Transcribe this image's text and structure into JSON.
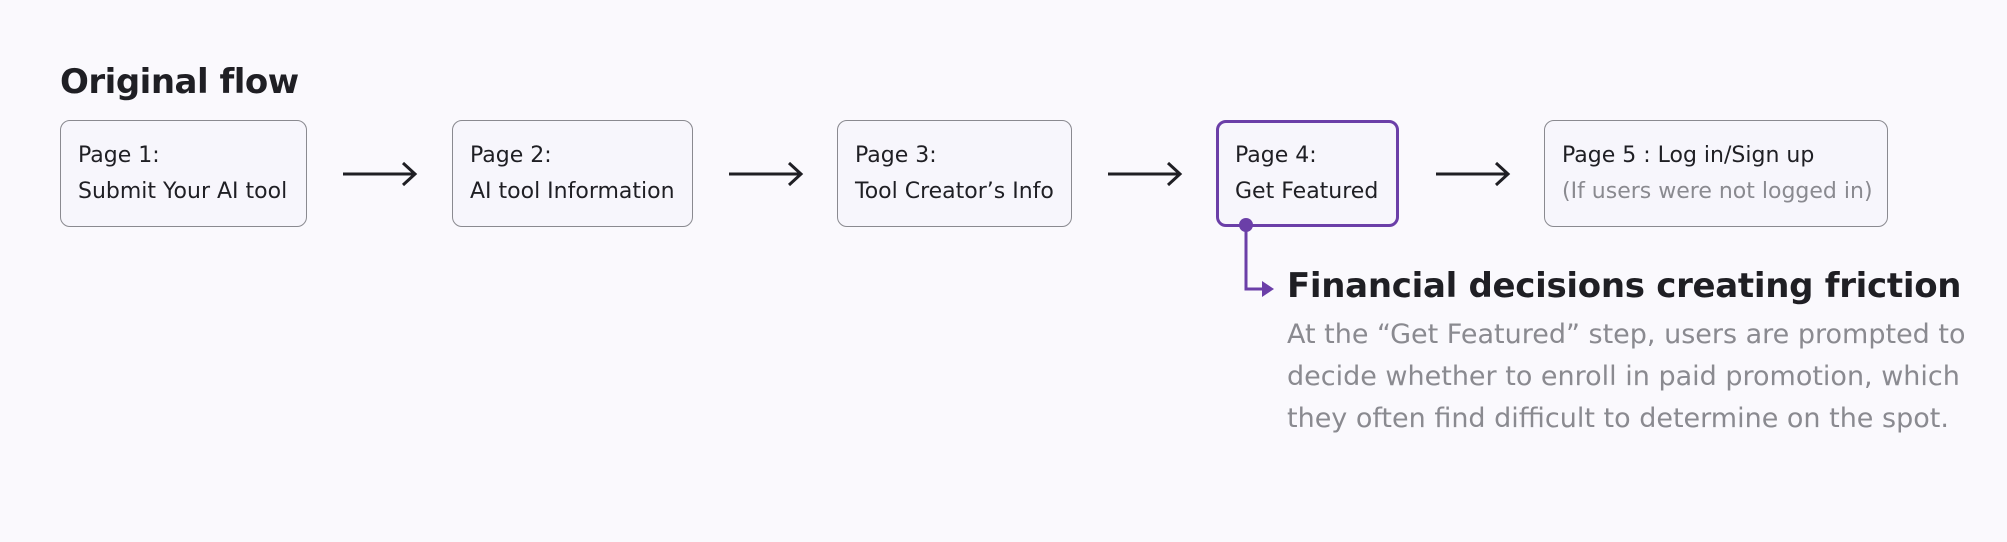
{
  "title": "Original flow",
  "steps": [
    {
      "line1": "Page 1:",
      "line2": "Submit Your AI tool"
    },
    {
      "line1": "Page 2:",
      "line2": "AI tool Information"
    },
    {
      "line1": "Page 3:",
      "line2": "Tool Creator’s Info"
    },
    {
      "line1": "Page 4:",
      "line2": "Get Featured"
    },
    {
      "line1": "Page 5 : Log in/Sign up",
      "line2": "(If users were not logged in)"
    }
  ],
  "callout": {
    "title": "Financial decisions creating friction",
    "body": "At the “Get Featured” step, users are prompted to decide whether to enroll in paid promotion, which they often find difficult to determine on the spot."
  },
  "colors": {
    "accent": "#6b3fa8",
    "text": "#1f1f24",
    "muted": "#8a8a90",
    "background": "#faf9fd",
    "box_fill": "#f7f6fc"
  },
  "icons": {
    "arrow": "right-arrow-icon",
    "connector": "elbow-arrow-icon"
  }
}
